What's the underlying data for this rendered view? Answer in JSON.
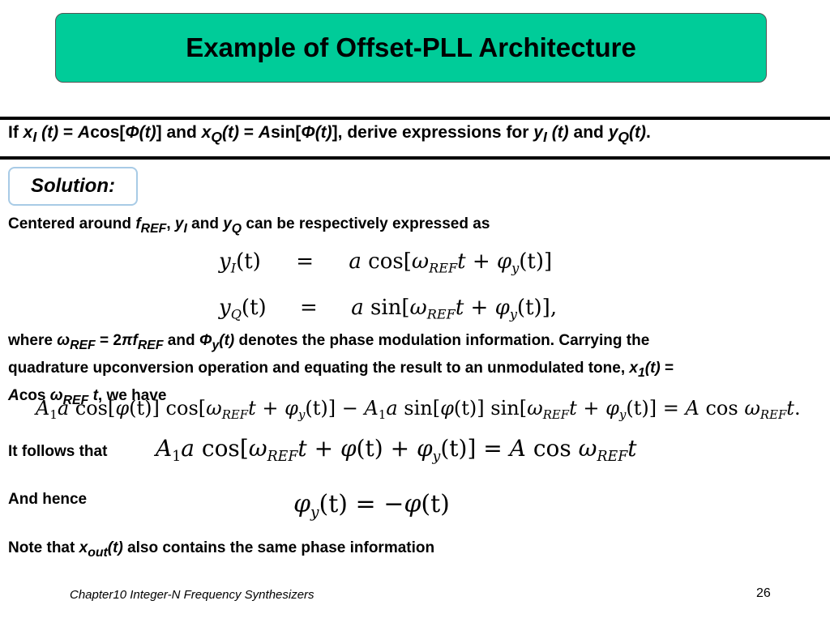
{
  "title": "Example of Offset-PLL Architecture",
  "question": {
    "if": "If",
    "xI_sym": "x",
    "xI_sub": "I",
    "xI_arg": "(t)",
    "eq1": "=",
    "A1": "A",
    "cos1": "cos[",
    "phi_t1": "Φ(t)",
    "close1": "]",
    "and1": "and",
    "xQ_sym": "x",
    "xQ_sub": "Q",
    "xQ_arg": "(t)",
    "eq2": "=",
    "A2": "A",
    "sin1": "sin[",
    "phi_t2": "Φ(t)",
    "close2": "], derive expressions for",
    "yI_sym": "y",
    "yI_sub": "I",
    "yI_arg": "(t)",
    "and2": "and",
    "yQ_sym": "y",
    "yQ_sub": "Q",
    "yQ_arg": "(t)",
    "period": "."
  },
  "solution_label": "Solution:",
  "p1": {
    "text1": "Centered around",
    "f": "f",
    "fsub": "REF",
    "comma": ",",
    "y1": "y",
    "y1sub": "I",
    "and": "and",
    "y2": "y",
    "y2sub": "Q",
    "text2": "can be respectively expressed as"
  },
  "eq_yI": {
    "lhs": "y",
    "lhs_sub": "I",
    "lhs_arg": "(t)",
    "eq": "=",
    "rhs_a": "a",
    "rhs_fn": "cos",
    "rhs_open": "[",
    "omega": "ω",
    "omega_sub": "REF",
    "t_plus": "t +",
    "phi": "φ",
    "phi_sub": "y",
    "phi_arg": "(t)",
    "rhs_close": "]"
  },
  "eq_yQ": {
    "lhs": "y",
    "lhs_sub": "Q",
    "lhs_arg": "(t)",
    "eq": "=",
    "rhs_a": "a",
    "rhs_fn": "sin",
    "rhs_open": "[",
    "omega": "ω",
    "omega_sub": "REF",
    "t_plus": "t +",
    "phi": "φ",
    "phi_sub": "y",
    "phi_arg": "(t)",
    "rhs_close": "],"
  },
  "p2": {
    "where": "where",
    "omega": "ω",
    "omega_sub": "REF",
    "eq": "= 2",
    "pi": "π",
    "f": "f",
    "fsub": "REF",
    "and": "and",
    "Phi": "Φ",
    "Phi_sub": "y",
    "Phi_arg": "(t)",
    "rest1": "denotes the phase modulation information. Carrying the",
    "line2": "quadrature upconversion operation and equating the result to an unmodulated tone,",
    "x1": "x",
    "x1sub": "1",
    "x1arg": "(t)",
    "x1eq": "=",
    "A": "A",
    "cos": "cos",
    "omega2": "ω",
    "omega2_sub": "REF",
    "t": "t",
    "tail": ", we have"
  },
  "eq_long": "A₁a cos[φ(t)] cos[ωREF t + φy(t)] − A₁a sin[φ(t)] sin[ωREF t + φy(t)] = A cos ωREF t.",
  "eq_long_parts": {
    "A1a": "A",
    "one": "1",
    "a": "a",
    "cos": "cos",
    "phi": "φ",
    "t": "(t)",
    "minus": "−",
    "sin": "sin",
    "eq": "=",
    "A": "A",
    "omega": "ω",
    "ref": "REF",
    "tvar": "t",
    "plus": "+",
    "ysub": "y",
    "end": "."
  },
  "follows_label": "It follows that",
  "eq_follows": {
    "A": "A",
    "one": "1",
    "a": "a",
    "cos": "cos",
    "omega": "ω",
    "ref": "REF",
    "tvar": "t",
    "plus": "+",
    "phi": "φ",
    "t": "(t)",
    "ysub": "y",
    "eq": "=",
    "A2": "A"
  },
  "hence_label": "And hence",
  "eq_hence": {
    "phi": "φ",
    "ysub": "y",
    "t": "(t)",
    "eq": "=",
    "neg": "−"
  },
  "note": {
    "text1": "Note that",
    "x": "x",
    "xsub": "out",
    "xarg": "(t)",
    "text2": "also contains the same phase information"
  },
  "footer": "Chapter10 Integer-N Frequency Synthesizers",
  "page_number": "26"
}
